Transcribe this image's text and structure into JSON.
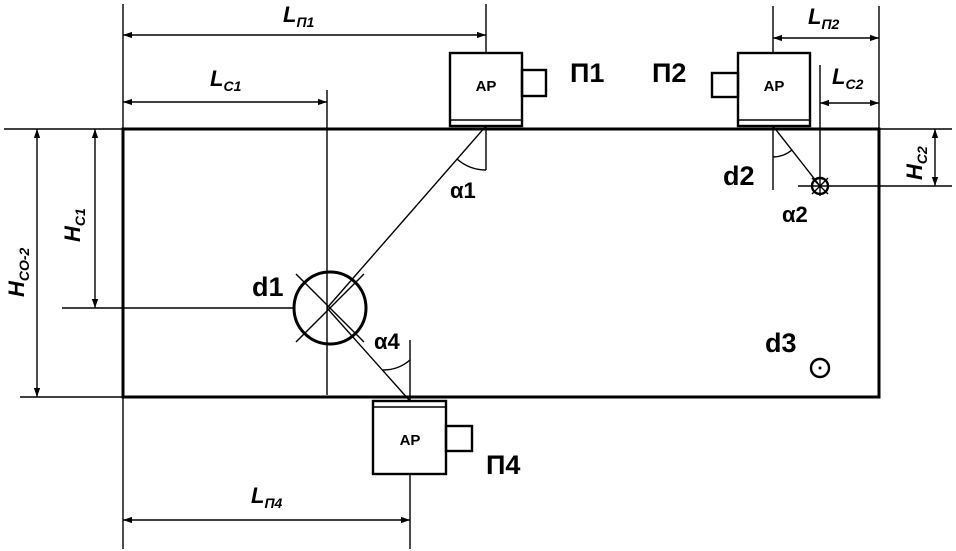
{
  "sensors": [
    {
      "id": "p1",
      "label": "П1",
      "box_text": "AP"
    },
    {
      "id": "p2",
      "label": "П2",
      "box_text": "AP"
    },
    {
      "id": "p4",
      "label": "П4",
      "box_text": "AP"
    }
  ],
  "defects": {
    "d1": "d1",
    "d2": "d2",
    "d3": "d3"
  },
  "angles": {
    "a1": "α1",
    "a2": "α2",
    "a4": "α4"
  },
  "dimensions": {
    "lp1": {
      "main": "L",
      "sub": "П1"
    },
    "lc1": {
      "main": "L",
      "sub": "C1"
    },
    "lp2": {
      "main": "L",
      "sub": "П2"
    },
    "lc2": {
      "main": "L",
      "sub": "C2"
    },
    "lp4": {
      "main": "L",
      "sub": "П4"
    },
    "hc1": {
      "main": "H",
      "sub": "C1"
    },
    "hco2": {
      "main": "H",
      "sub": "CO-2"
    },
    "hc2": {
      "main": "H",
      "sub": "C2"
    }
  }
}
